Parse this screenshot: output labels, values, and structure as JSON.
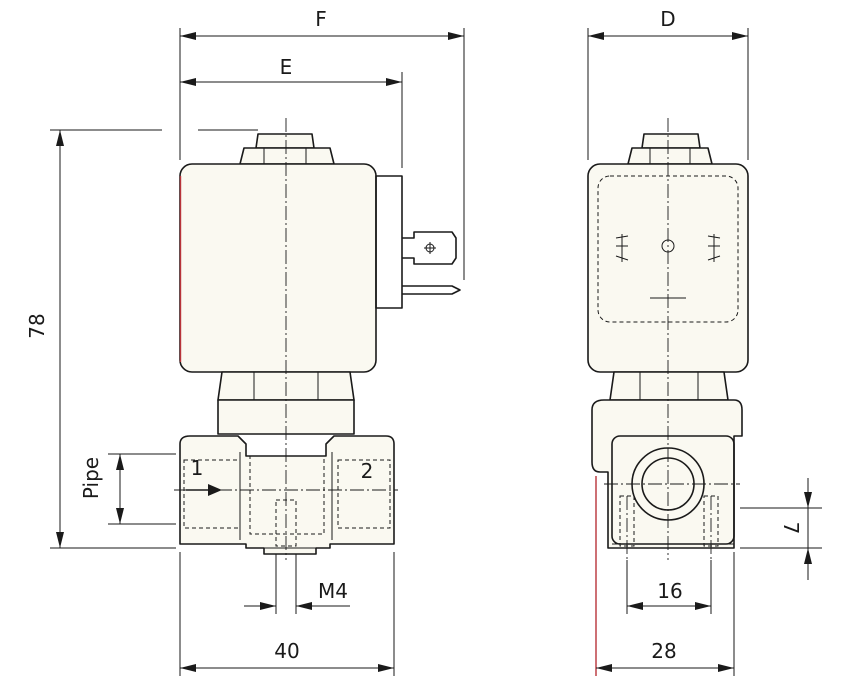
{
  "dimensions": {
    "F": "F",
    "E": "E",
    "D": "D",
    "height": "78",
    "pipe": "Pipe",
    "width_front": "40",
    "width_side": "28",
    "thread": "M4",
    "hole_spacing": "16",
    "height_small": "7"
  },
  "ports": {
    "inlet": "1",
    "outlet": "2"
  },
  "colors": {
    "line": "#1a1a1a",
    "fill": "#faf9f1",
    "accent": "#b8333a"
  }
}
